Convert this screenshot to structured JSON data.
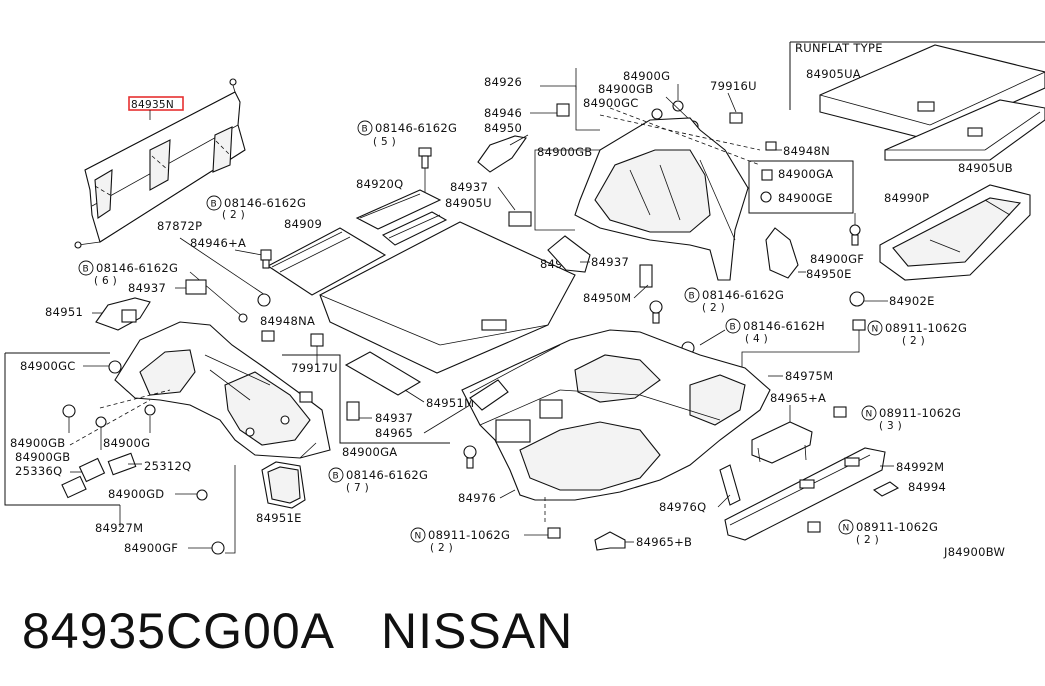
{
  "diagram": {
    "highlighted_part": "84935N",
    "runflat_title": "RUNFLAT TYPE",
    "drawing_code": "J84900BW",
    "labels": {
      "l84926": "84926",
      "l84900G_top": "84900G",
      "l84900GB_top": "84900GB",
      "l84900GC_top": "84900GC",
      "l79916U": "79916U",
      "l84946": "84946",
      "l84950": "84950",
      "l84900GB_mid": "84900GB",
      "l84948N_r": "84948N",
      "l84900GA_r": "84900GA",
      "l84900GE": "84900GE",
      "l84900GF_r": "84900GF",
      "l84950E": "84950E",
      "l84905UA": "84905UA",
      "l84905UB": "84905UB",
      "l84990P": "84990P",
      "l84902E": "84902E",
      "l84920Q": "84920Q",
      "l84937_mid": "84937",
      "l84905U": "84905U",
      "l84909": "84909",
      "l87872P": "87872P",
      "l84946A_l": "84946+A",
      "l84937_left": "84937",
      "l84951": "84951",
      "l84948NA": "84948NA",
      "l84937_c": "84937",
      "l84950M": "84950M",
      "l84900GC_l": "84900GC",
      "l79917U": "79917U",
      "l84951M": "84951M",
      "l84937_box": "84937",
      "l84965": "84965",
      "l84900GA_b": "84900GA",
      "l84900GB_l": "84900GB",
      "l84900GB_l2": "84900GB",
      "l84900G_l": "84900G",
      "l25336Q": "25336Q",
      "l25312Q": "25312Q",
      "l84900GD": "84900GD",
      "l84927M": "84927M",
      "l84900GF_l": "84900GF",
      "l84951E": "84951E",
      "l84976": "84976",
      "l84976Q": "84976Q",
      "l84975M": "84975M",
      "l84965A_r": "84965+A",
      "l84992M": "84992M",
      "l84994": "84994",
      "l84965B": "84965+B"
    },
    "bolts": {
      "b1": {
        "code": "08146-6162G",
        "qty": "( 5 )"
      },
      "b2": {
        "code": "08146-6162G",
        "qty": "( 2 )"
      },
      "b3": {
        "code": "08146-6162G",
        "qty": "( 6 )"
      },
      "b4": {
        "code": "08146-6162G",
        "qty": "( 2 )"
      },
      "b5": {
        "code": "08146-6162H",
        "qty": "( 4 )"
      },
      "b6": {
        "code": "08146-6162G",
        "qty": "( 7 )"
      }
    },
    "nuts": {
      "n1": {
        "code": "08911-1062G",
        "qty": "( 2 )"
      },
      "n2": {
        "code": "08911-1062G",
        "qty": "( 3 )"
      },
      "n3": {
        "code": "08911-1062G",
        "qty": "( 2 )"
      },
      "n4": {
        "code": "08911-1062G",
        "qty": "( 2 )"
      }
    },
    "circle_B": "B",
    "circle_N": "N"
  },
  "footer": {
    "part_number": "84935CG00A",
    "brand": "NISSAN"
  }
}
